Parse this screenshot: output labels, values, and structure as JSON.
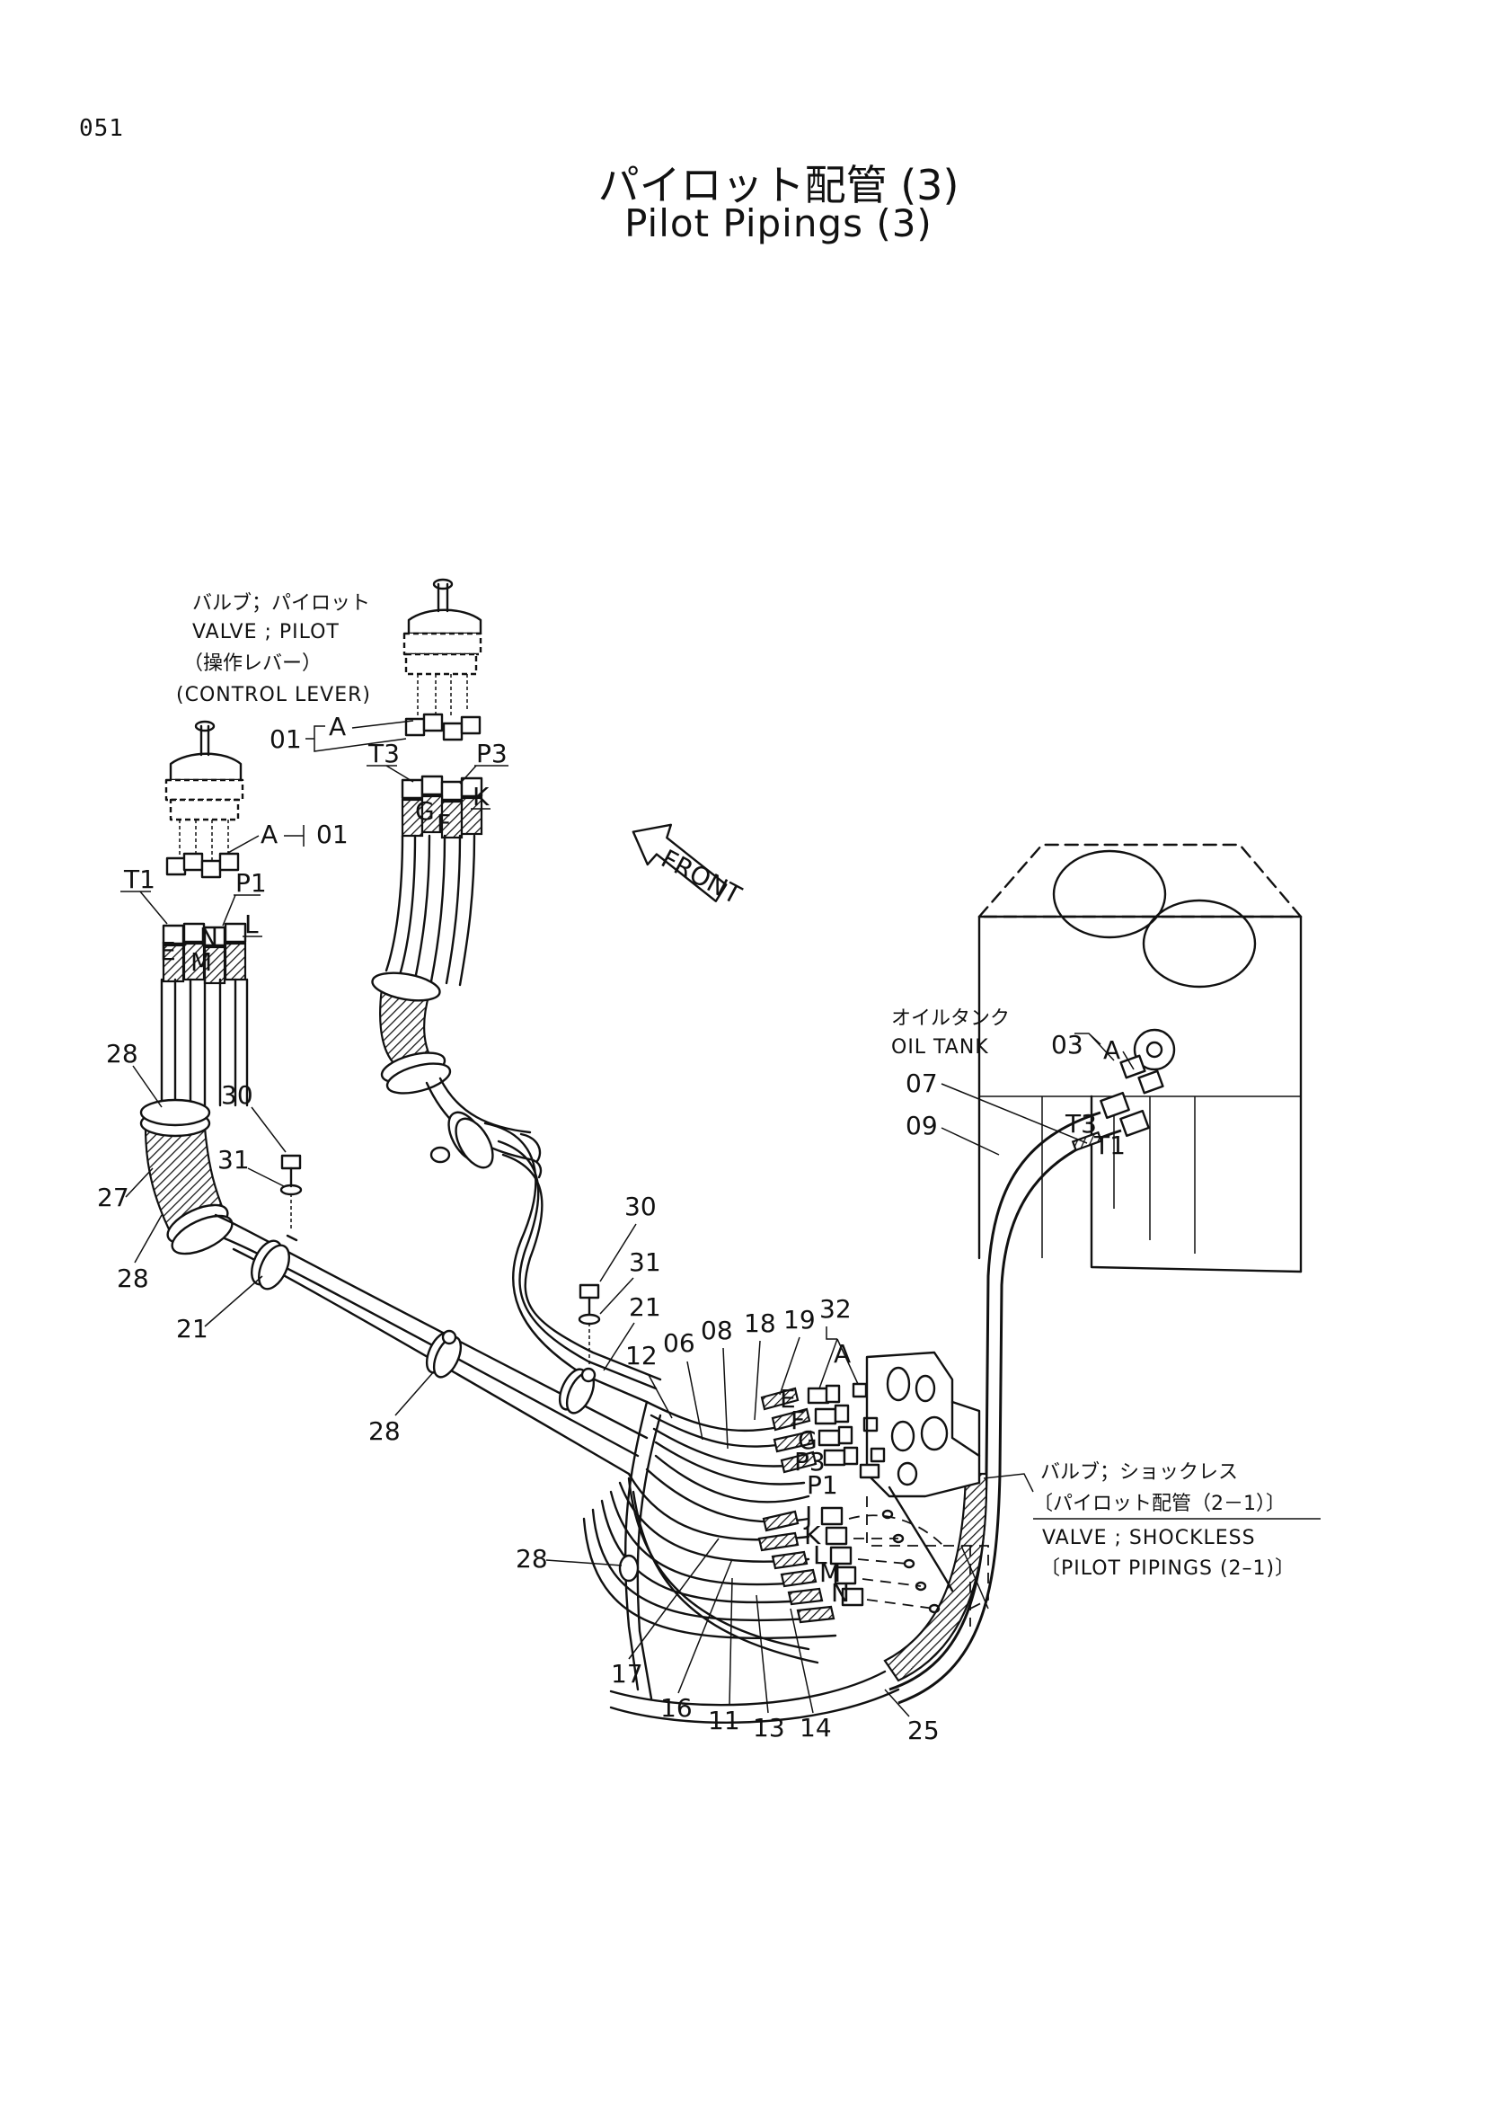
{
  "page_number": "051",
  "title_ja": "パイロット配管 (3)",
  "title_en": "Pilot Pipings (3)",
  "front_arrow_label": "FRONT",
  "pilot_valve": {
    "ja": "バルブ；パイロット",
    "en": "VALVE ; PILOT",
    "sub_ja": "（操作レバー）",
    "sub_en": "(CONTROL LEVER)"
  },
  "oil_tank": {
    "ja": "オイルタンク",
    "en": "OIL TANK"
  },
  "shockless_valve": {
    "ja": "バルブ；ショックレス",
    "ja_ref": "〔パイロット配管（2－1）〕",
    "en": "VALVE ; SHOCKLESS",
    "en_ref": "〔PILOT PIPINGS (2–1)〕"
  },
  "callouts": {
    "p01_right": "01",
    "A_right": "A",
    "T3_top": "T3",
    "P3_top": "P3",
    "K_top": "K",
    "G_top": "G",
    "F_top": "F",
    "p01_left": "01",
    "A_left": "A",
    "T1_left": "T1",
    "P1_left": "P1",
    "L_left": "L",
    "N_left": "N",
    "E_left": "E",
    "M_left": "M",
    "p28_a": "28",
    "p27": "27",
    "p28_b": "28",
    "p21_a": "21",
    "p30_a": "30",
    "p31_a": "31",
    "p28_c": "28",
    "p30_b": "30",
    "p31_b": "31",
    "p21_b": "21",
    "p12": "12",
    "p06": "06",
    "p08": "08",
    "p18": "18",
    "p19": "19",
    "p32": "32",
    "A_mid": "A",
    "p28_d": "28",
    "p17": "17",
    "p16": "16",
    "p11": "11",
    "p13": "13",
    "p14": "14",
    "p25": "25",
    "p03": "03",
    "A_tank": "A",
    "p07": "07",
    "p09": "09",
    "T3_tank": "T3",
    "T1_tank": "T1",
    "E_v": "E",
    "F_v": "F",
    "G_v": "G",
    "P3_v": "P3",
    "P1_v": "P1",
    "J_v": "J",
    "K_v": "K",
    "L_v": "L",
    "M_v": "M",
    "N_v": "N"
  }
}
